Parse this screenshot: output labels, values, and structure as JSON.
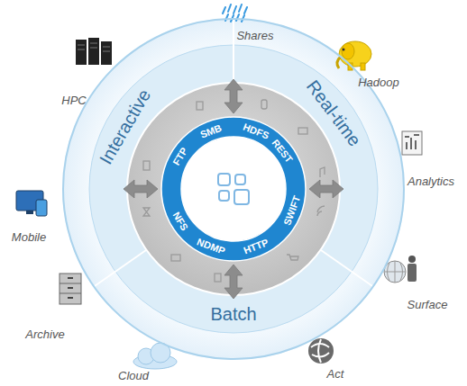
{
  "diagram": {
    "nodes": [
      {
        "text": [
          "Interactive",
          "Real-time",
          "Batch"
        ]
      },
      {
        "text": [
          "SMB",
          "HDFS",
          "REST",
          "SWIFT",
          "HTTP",
          "NDMP",
          "NFS",
          "FTP"
        ],
        "in": 0
      }
    ],
    "labels": [
      "Shares",
      "Hadoop",
      "Analytics",
      "Surface",
      "Act",
      "Cloud",
      "Archive",
      "Mobile",
      "HPC"
    ]
  }
}
